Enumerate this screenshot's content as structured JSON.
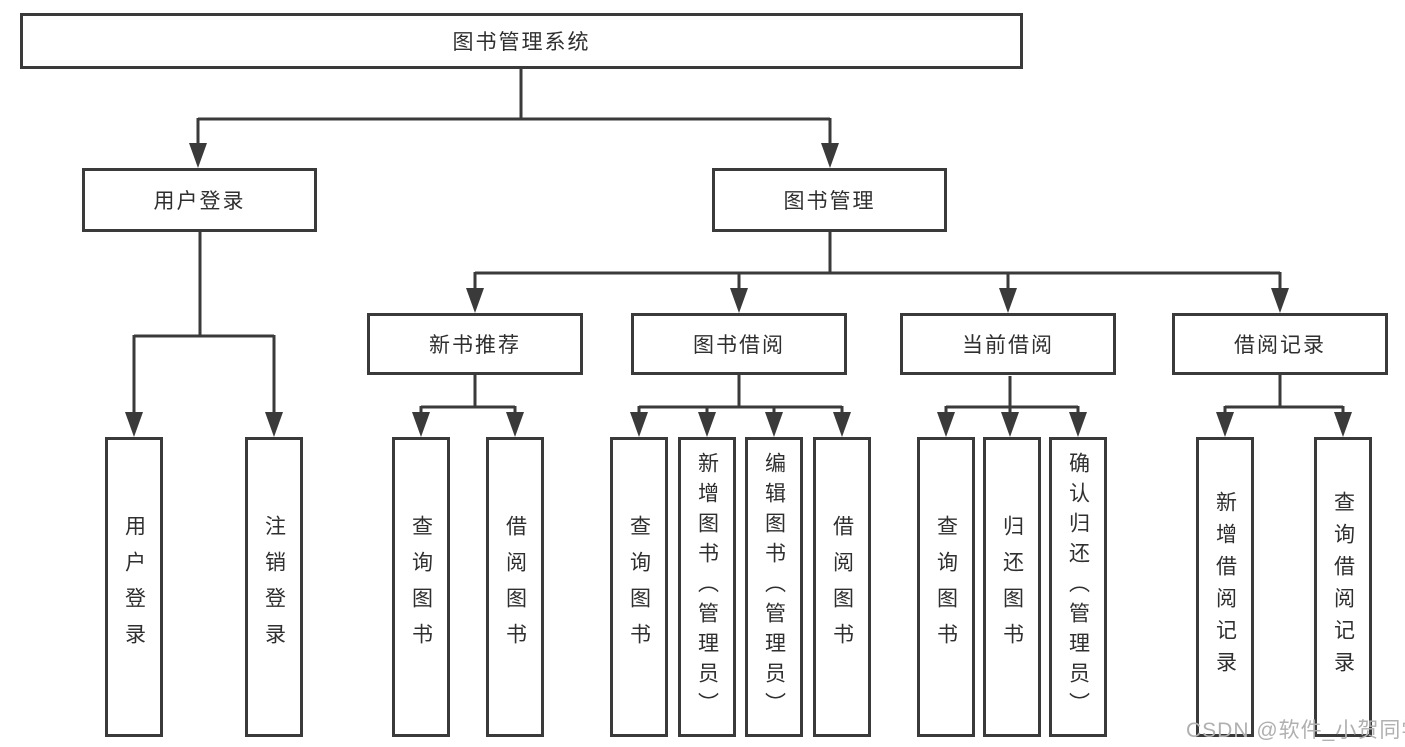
{
  "tree": {
    "root": {
      "label": "图书管理系统"
    },
    "branches": [
      {
        "label": "用户登录",
        "children": [
          {
            "label": "用户登录"
          },
          {
            "label": "注销登录"
          }
        ]
      },
      {
        "label": "图书管理",
        "children": [
          {
            "label": "新书推荐",
            "children": [
              {
                "label": "查询图书"
              },
              {
                "label": "借阅图书"
              }
            ]
          },
          {
            "label": "图书借阅",
            "children": [
              {
                "label": "查询图书"
              },
              {
                "label": "新增图书（管理员）"
              },
              {
                "label": "编辑图书（管理员）"
              },
              {
                "label": "借阅图书"
              }
            ]
          },
          {
            "label": "当前借阅",
            "children": [
              {
                "label": "查询图书"
              },
              {
                "label": "归还图书"
              },
              {
                "label": "确认归还（管理员）"
              }
            ]
          },
          {
            "label": "借阅记录",
            "children": [
              {
                "label": "新增借阅记录"
              },
              {
                "label": "查询借阅记录"
              }
            ]
          }
        ]
      }
    ]
  },
  "watermark": "CSDN @软件_小贺同学",
  "colors": {
    "line": "#3a3a3a",
    "text": "#2f2f2f",
    "background": "#ffffff",
    "watermark": "#b0b0b0"
  }
}
